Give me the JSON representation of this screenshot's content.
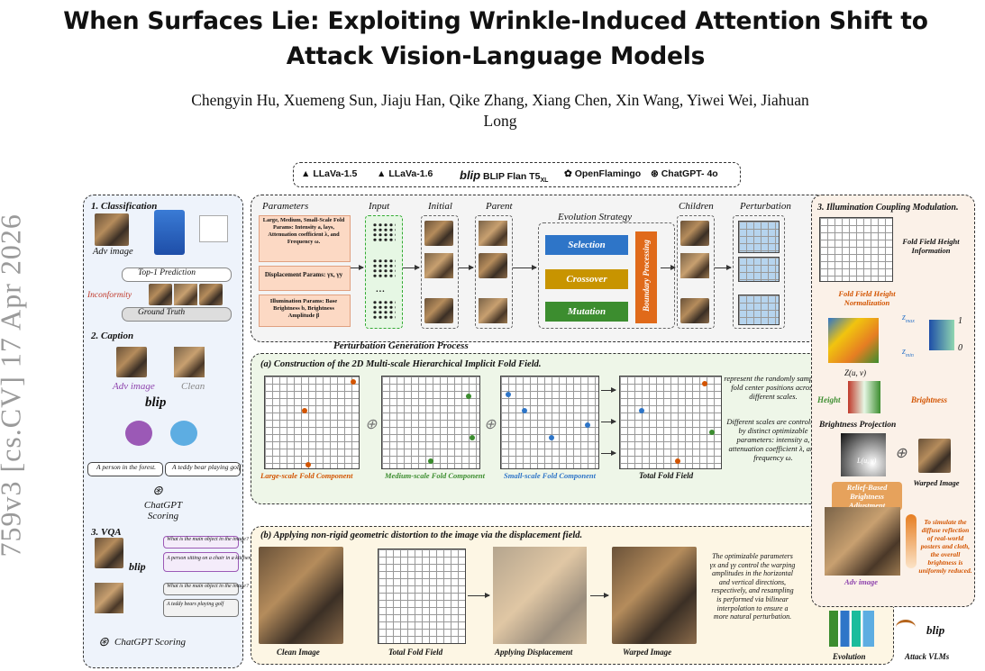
{
  "paper": {
    "title_line1": "When Surfaces Lie: Exploiting Wrinkle-Induced Attention Shift to",
    "title_line2": "Attack Vision-Language Models",
    "authors_line1": "Chengyin Hu, Xuemeng Sun, Jiaju Han, Qike Zhang, Xiang Chen, Xin Wang, Yiwei Wei, Jiahuan",
    "authors_line2": "Long",
    "arxiv_stamp": "759v3  [cs.CV]  17 Apr 2026"
  },
  "figure": {
    "vlm_models": [
      "LLaVa-1.5",
      "LLaVa-1.6",
      "BLIP Flan T5",
      "OpenFlamingo",
      "ChatGPT- 4o"
    ],
    "vlm_blip_logo": "blip",
    "vlm_subscript": "XL",
    "left_panel": {
      "classification": "1. Classification",
      "adv_image": "Adv image",
      "top1": "Top-1 Prediction",
      "inconformity": "Inconformity",
      "ground_truth": "Ground Truth",
      "caption": "2. Caption",
      "adv_image2": "Adv image",
      "clean": "Clean",
      "cap_adv": "A person in the forest.",
      "cap_clean": "A teddy bear playing golf",
      "chatgpt_scoring": "ChatGPT Scoring",
      "vqa": "3. VQA",
      "vqa_q1": "What is the main object in the image?",
      "vqa_a1": "A person sitting on a chair in a kitchen",
      "vqa_q2": "What is the main object in the image?",
      "vqa_a2": "A teddy bears playing golf",
      "chatgpt_scoring2": "ChatGPT Scoring"
    },
    "top_panel": {
      "col_parameters": "Parameters",
      "col_input": "Input",
      "col_initial": "Initial",
      "col_parent": "Parent",
      "col_evolution": "Evolution Strategy",
      "col_children": "Children",
      "col_perturbation": "Perturbation",
      "param1": "Large, Medium, Small-Scale Fold Params: Intensity a, lays, Attenuation coefficient λ, and Frequency ω.",
      "param2": "Displacement Params: γx, γy",
      "param3": "Illumination Params: Base Brightness b, Brightness Amplitude β",
      "selection": "Selection",
      "crossover": "Crossover",
      "mutation": "Mutation",
      "boundary": "Boundary Processing",
      "ellipsis": "...",
      "process_title": "Perturbation Generation Process"
    },
    "panel_a": {
      "title": "(a) Construction of the 2D Multi-scale Hierarchical Implicit Fold Field.",
      "large": "Large-scale Fold Component",
      "medium": "Medium-scale Fold Component",
      "small": "Small-scale Fold Component",
      "total": "Total Fold Field",
      "note1": "represent the randomly sampled fold center positions across different scales.",
      "note2": "Different scales are controlled by distinct optimizable parameters: intensity a, attenuation coefficient λ, and frequency ω."
    },
    "panel_b": {
      "title": "(b) Applying non-rigid geometric distortion to the image via the displacement field.",
      "clean": "Clean Image",
      "total": "Total Fold Field",
      "applying": "Applying Displacement",
      "warped": "Warped Image",
      "note": "The optimizable parameters γx and γy control the warping amplitudes in the horizontal and vertical directions, respectively, and resampling is performed via bilinear interpolation to ensure a more natural perturbation."
    },
    "right_panel": {
      "title": "3. Illumination Coupling Modulation.",
      "fold_info": "Fold Field Height Information",
      "normalization": "Fold Field Height Normalization",
      "zmax": "z",
      "zmax_sub": "max",
      "zmin": "z",
      "zmin_sub": "min",
      "one": "1",
      "zero": "0",
      "zuv": "Z(u, v)",
      "height": "Height",
      "brightness": "Brightness",
      "projection": "Brightness Projection",
      "luv": "L(u, v)",
      "warped": "Warped Image",
      "relief": "Relief-Based Brightness Adjustment",
      "diffuse": "To simulate the diffuse reflection of real-world posters and cloth, the overall brightness is uniformly reduced.",
      "adv_image": "Adv image",
      "evolution": "Evolution",
      "attack": "Attack VLMs"
    }
  }
}
